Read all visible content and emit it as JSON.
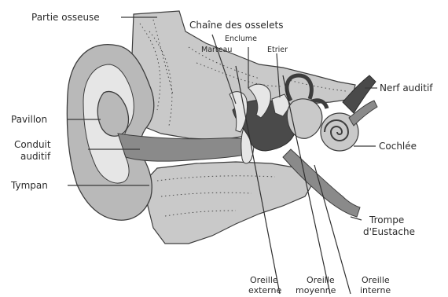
{
  "labels": {
    "partie_osseuse": "Partie osseuse",
    "chaine_osselets": "Chaîne des osselets",
    "enclume": "Enclume",
    "marteau": "Marteau",
    "etrier": "Etrier",
    "nerf_auditif": "Nerf auditif",
    "pavillon": "Pavillon",
    "conduit_line1": "Conduit",
    "conduit_line2": "auditif",
    "tympan": "Tympan",
    "cochlee": "Cochlée",
    "trompe_line1": "Trompe",
    "trompe_line2": "d'Eustache",
    "oreille_externe_line1": "Oreille",
    "oreille_externe_line2": "externe",
    "oreille_moyenne_line1": "Oreille",
    "oreille_moyenne_line2": "moyenne",
    "oreille_interne_line1": "Oreille",
    "oreille_interne_line2": "interne"
  }
}
